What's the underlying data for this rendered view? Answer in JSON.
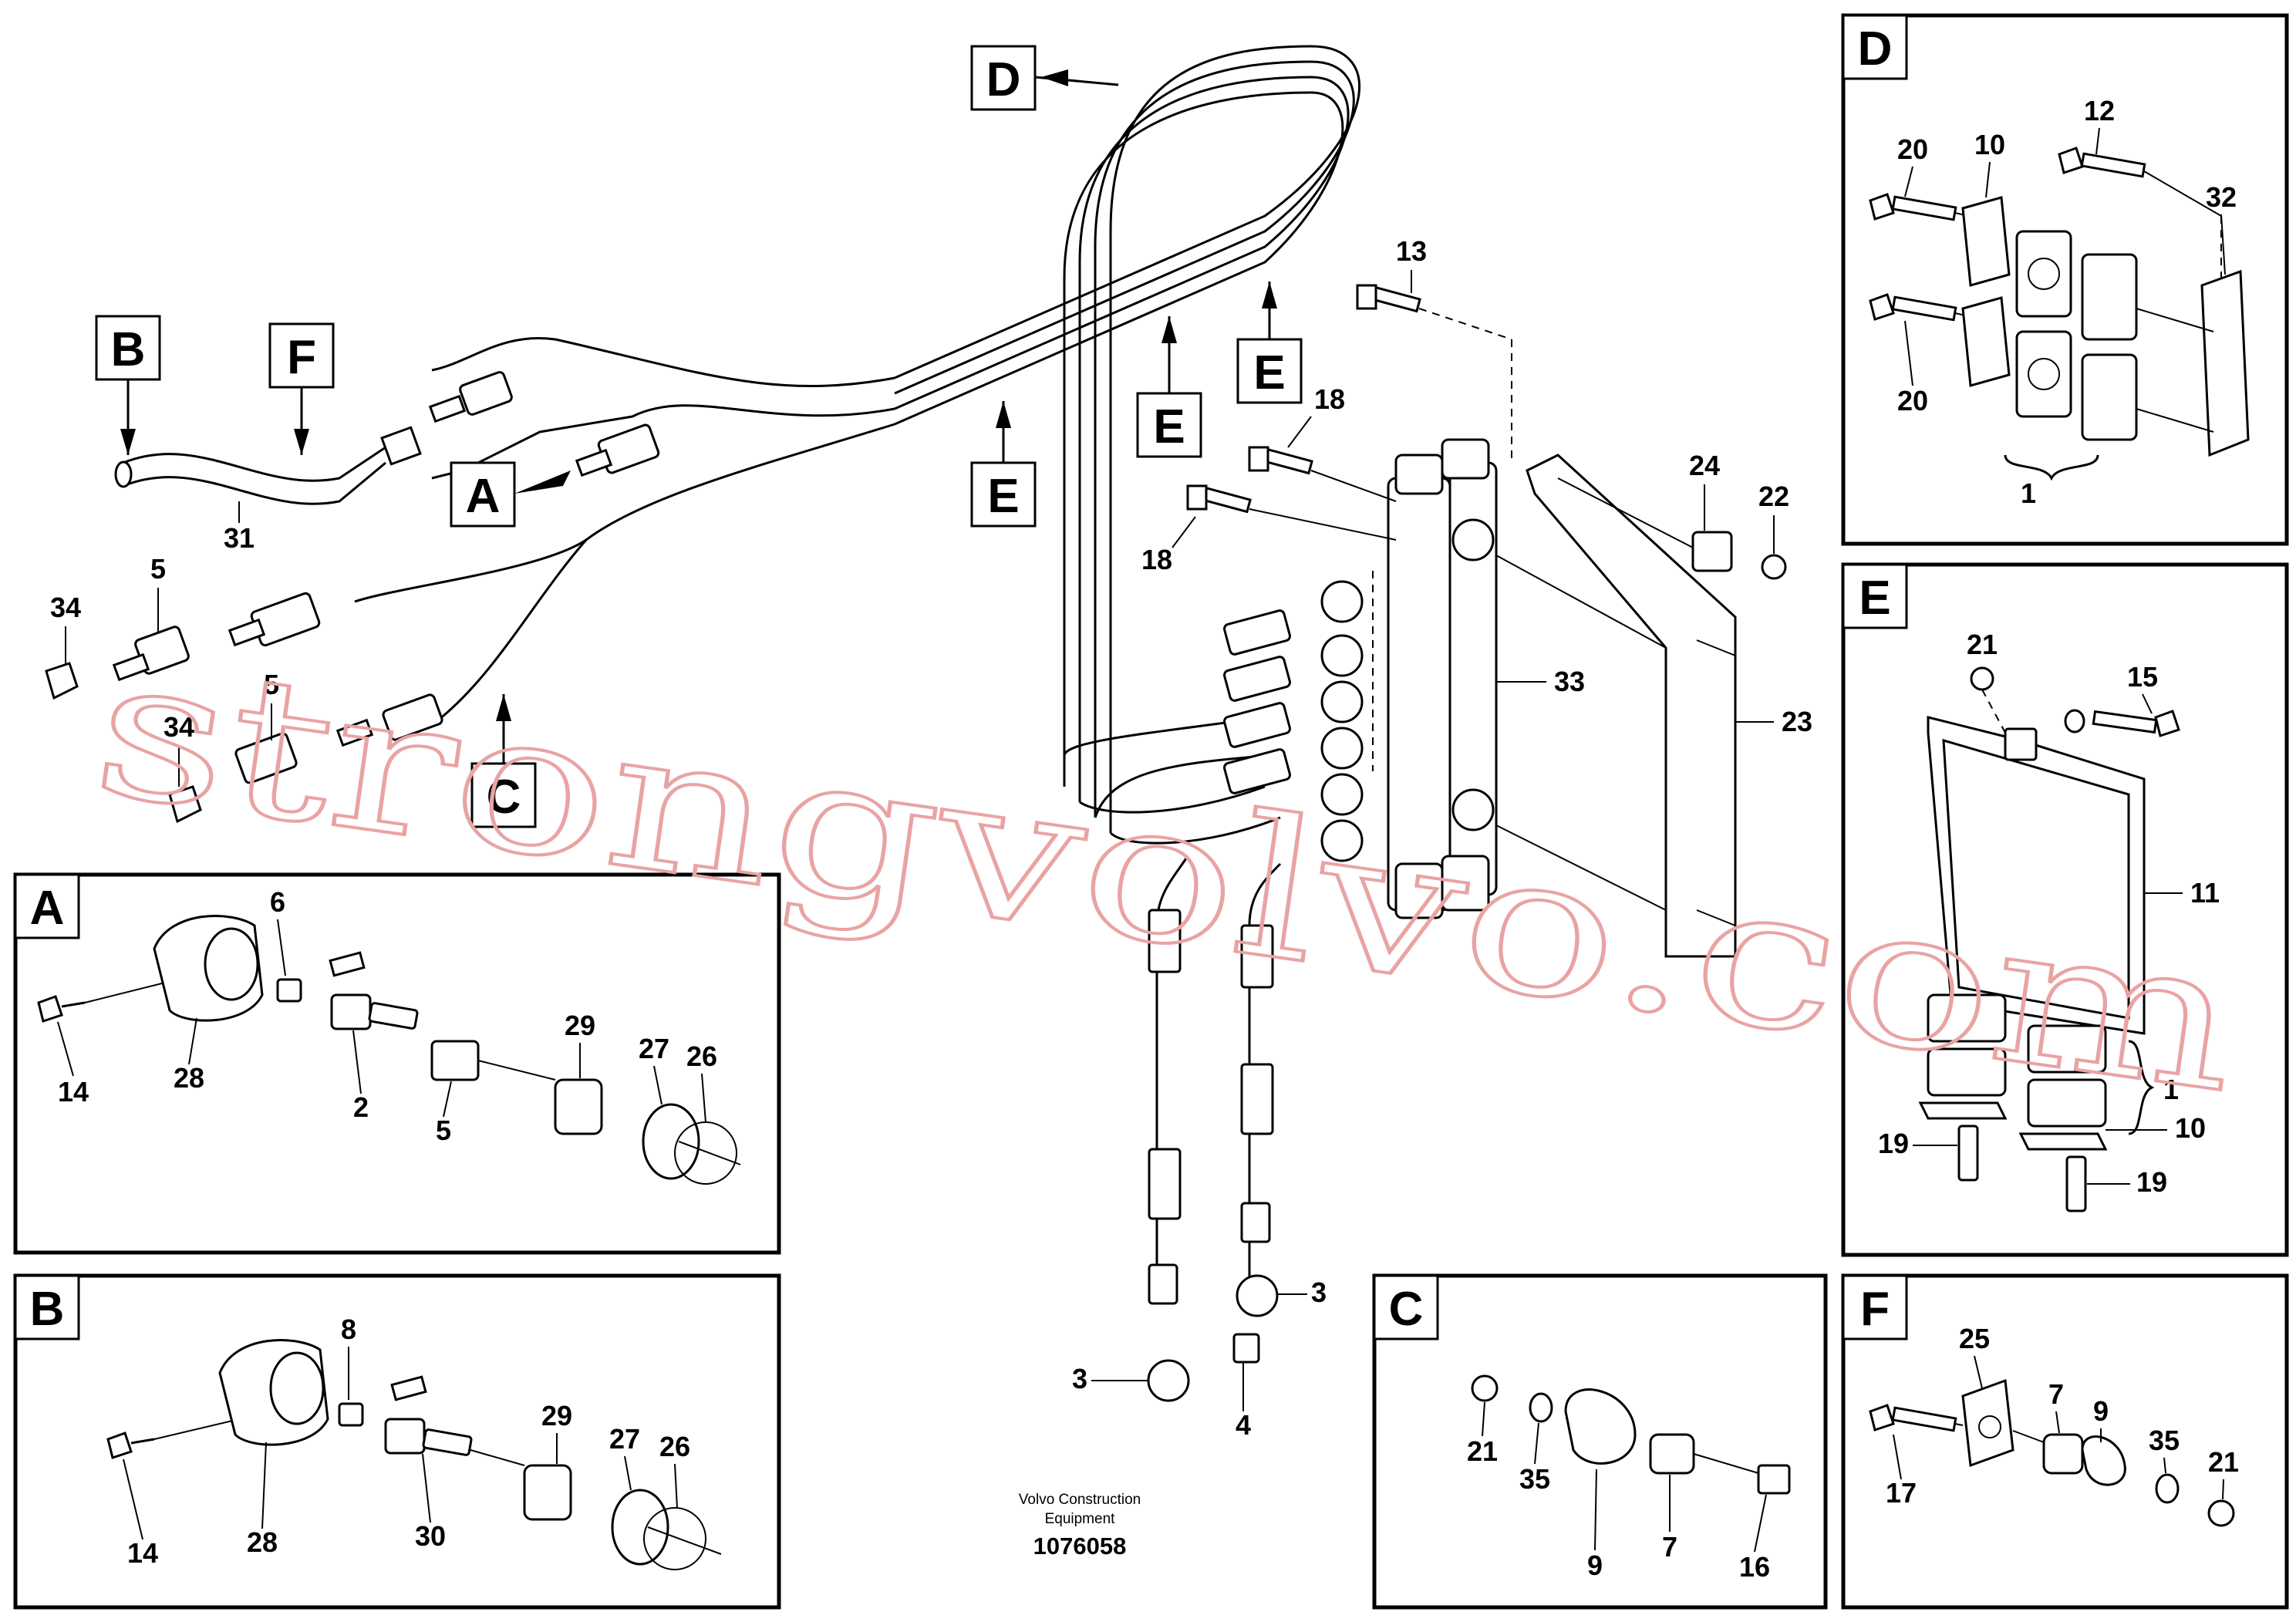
{
  "watermark": "strongvolvo.com",
  "caption": {
    "line1": "Volvo Construction",
    "line2": "Equipment",
    "number": "1076058"
  },
  "view_letters": {
    "A": "A",
    "B": "B",
    "C": "C",
    "D": "D",
    "E": "E",
    "F": "F"
  },
  "main_labels": {
    "n13": "13",
    "n18a": "18",
    "n18b": "18",
    "n24": "24",
    "n22": "22",
    "n33": "33",
    "n23": "23",
    "n31": "31",
    "n5a": "5",
    "n5b": "5",
    "n34a": "34",
    "n34b": "34",
    "n3a": "3",
    "n3b": "3",
    "n4": "4"
  },
  "panel_A": {
    "labels": [
      "6",
      "14",
      "28",
      "2",
      "5",
      "29",
      "27",
      "26"
    ]
  },
  "panel_B": {
    "labels": [
      "8",
      "14",
      "28",
      "30",
      "29",
      "27",
      "26"
    ]
  },
  "panel_C": {
    "labels": [
      "21",
      "35",
      "9",
      "7",
      "16"
    ]
  },
  "panel_D": {
    "labels": [
      "20",
      "10",
      "12",
      "32",
      "20",
      "1"
    ]
  },
  "panel_E": {
    "labels": [
      "21",
      "15",
      "11",
      "1",
      "19",
      "10",
      "19"
    ]
  },
  "panel_F": {
    "labels": [
      "25",
      "7",
      "9",
      "35",
      "21",
      "17"
    ]
  }
}
